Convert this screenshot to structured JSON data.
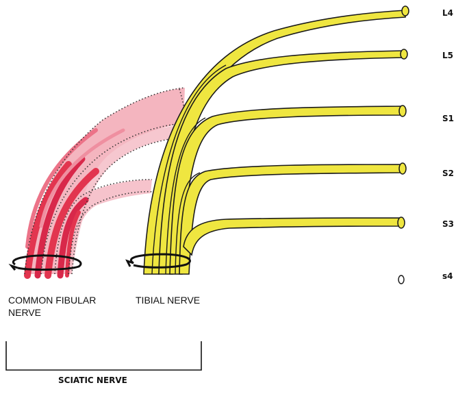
{
  "roots": [
    {
      "id": "l4",
      "label": "L4"
    },
    {
      "id": "l5",
      "label": "L5"
    },
    {
      "id": "s1",
      "label": "S1"
    },
    {
      "id": "s2",
      "label": "S2"
    },
    {
      "id": "s3",
      "label": "S3"
    },
    {
      "id": "s4",
      "label": "s4"
    }
  ],
  "captions": {
    "common_fibular_line1": "COMMON FIBULAR",
    "common_fibular_line2": "NERVE",
    "tibial": "TIBIAL NERVE",
    "sciatic": "SCIATIC NERVE"
  },
  "colors": {
    "tibial_fill": "#efe640",
    "tibial_outline": "#1a1a1a",
    "fibular_fill": "#e2354f",
    "fibular_light": "#f2a8b4",
    "ring": "#111111"
  }
}
